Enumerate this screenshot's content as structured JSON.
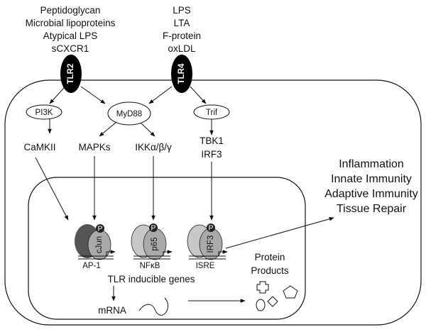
{
  "ligands": {
    "tlr2": [
      "Peptidoglycan",
      "Microbial lipoproteins",
      "Atypical LPS",
      "sCXCR1"
    ],
    "tlr4": [
      "LPS",
      "LTA",
      "F-protein",
      "oxLDL"
    ]
  },
  "receptors": {
    "tlr2": "TLR2",
    "tlr4": "TLR4"
  },
  "adaptors": {
    "pi3k": "PI3K",
    "myd88": "MyD88",
    "trif": "Trif"
  },
  "kinases": {
    "camkii": "CaMKII",
    "mapks": "MAPKs",
    "ikk": "IKKα/β/γ",
    "tbk1": "TBK1",
    "irf3": "IRF3"
  },
  "transcription_factors": {
    "cjun": "cJun",
    "p65": "p65",
    "irf3": "IRF3",
    "phospho": "P"
  },
  "promoters": {
    "ap1": "AP-1",
    "nfkb": "NFκB",
    "isre": "ISRE"
  },
  "genes_label": "TLR inducible genes",
  "mrna_label": "mRNA",
  "protein_products": [
    "Protein",
    "Products"
  ],
  "outcomes": [
    "Inflammation",
    "Innate Immunity",
    "Adaptive Immunity",
    "Tissue Repair"
  ]
}
